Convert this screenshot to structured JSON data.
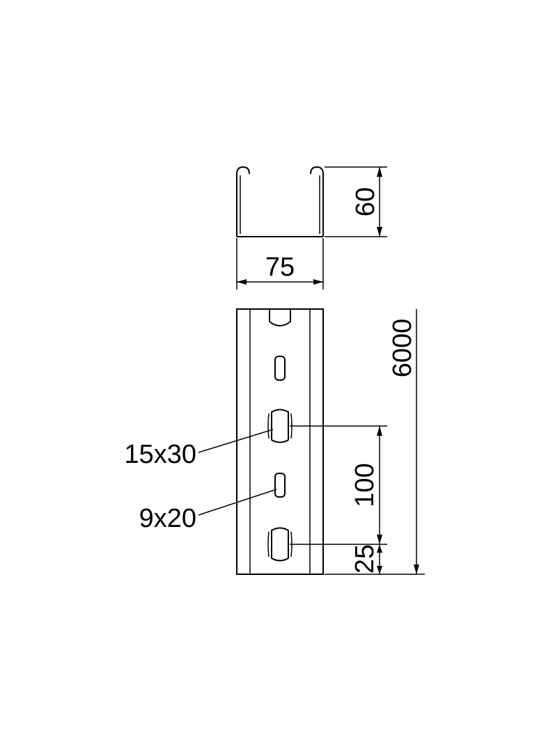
{
  "dimensions": {
    "height": "60",
    "width": "75",
    "length": "6000",
    "hole_pitch": "100",
    "end_offset": "25"
  },
  "callouts": {
    "large_slot": "15x30",
    "small_slot": "9x20"
  }
}
